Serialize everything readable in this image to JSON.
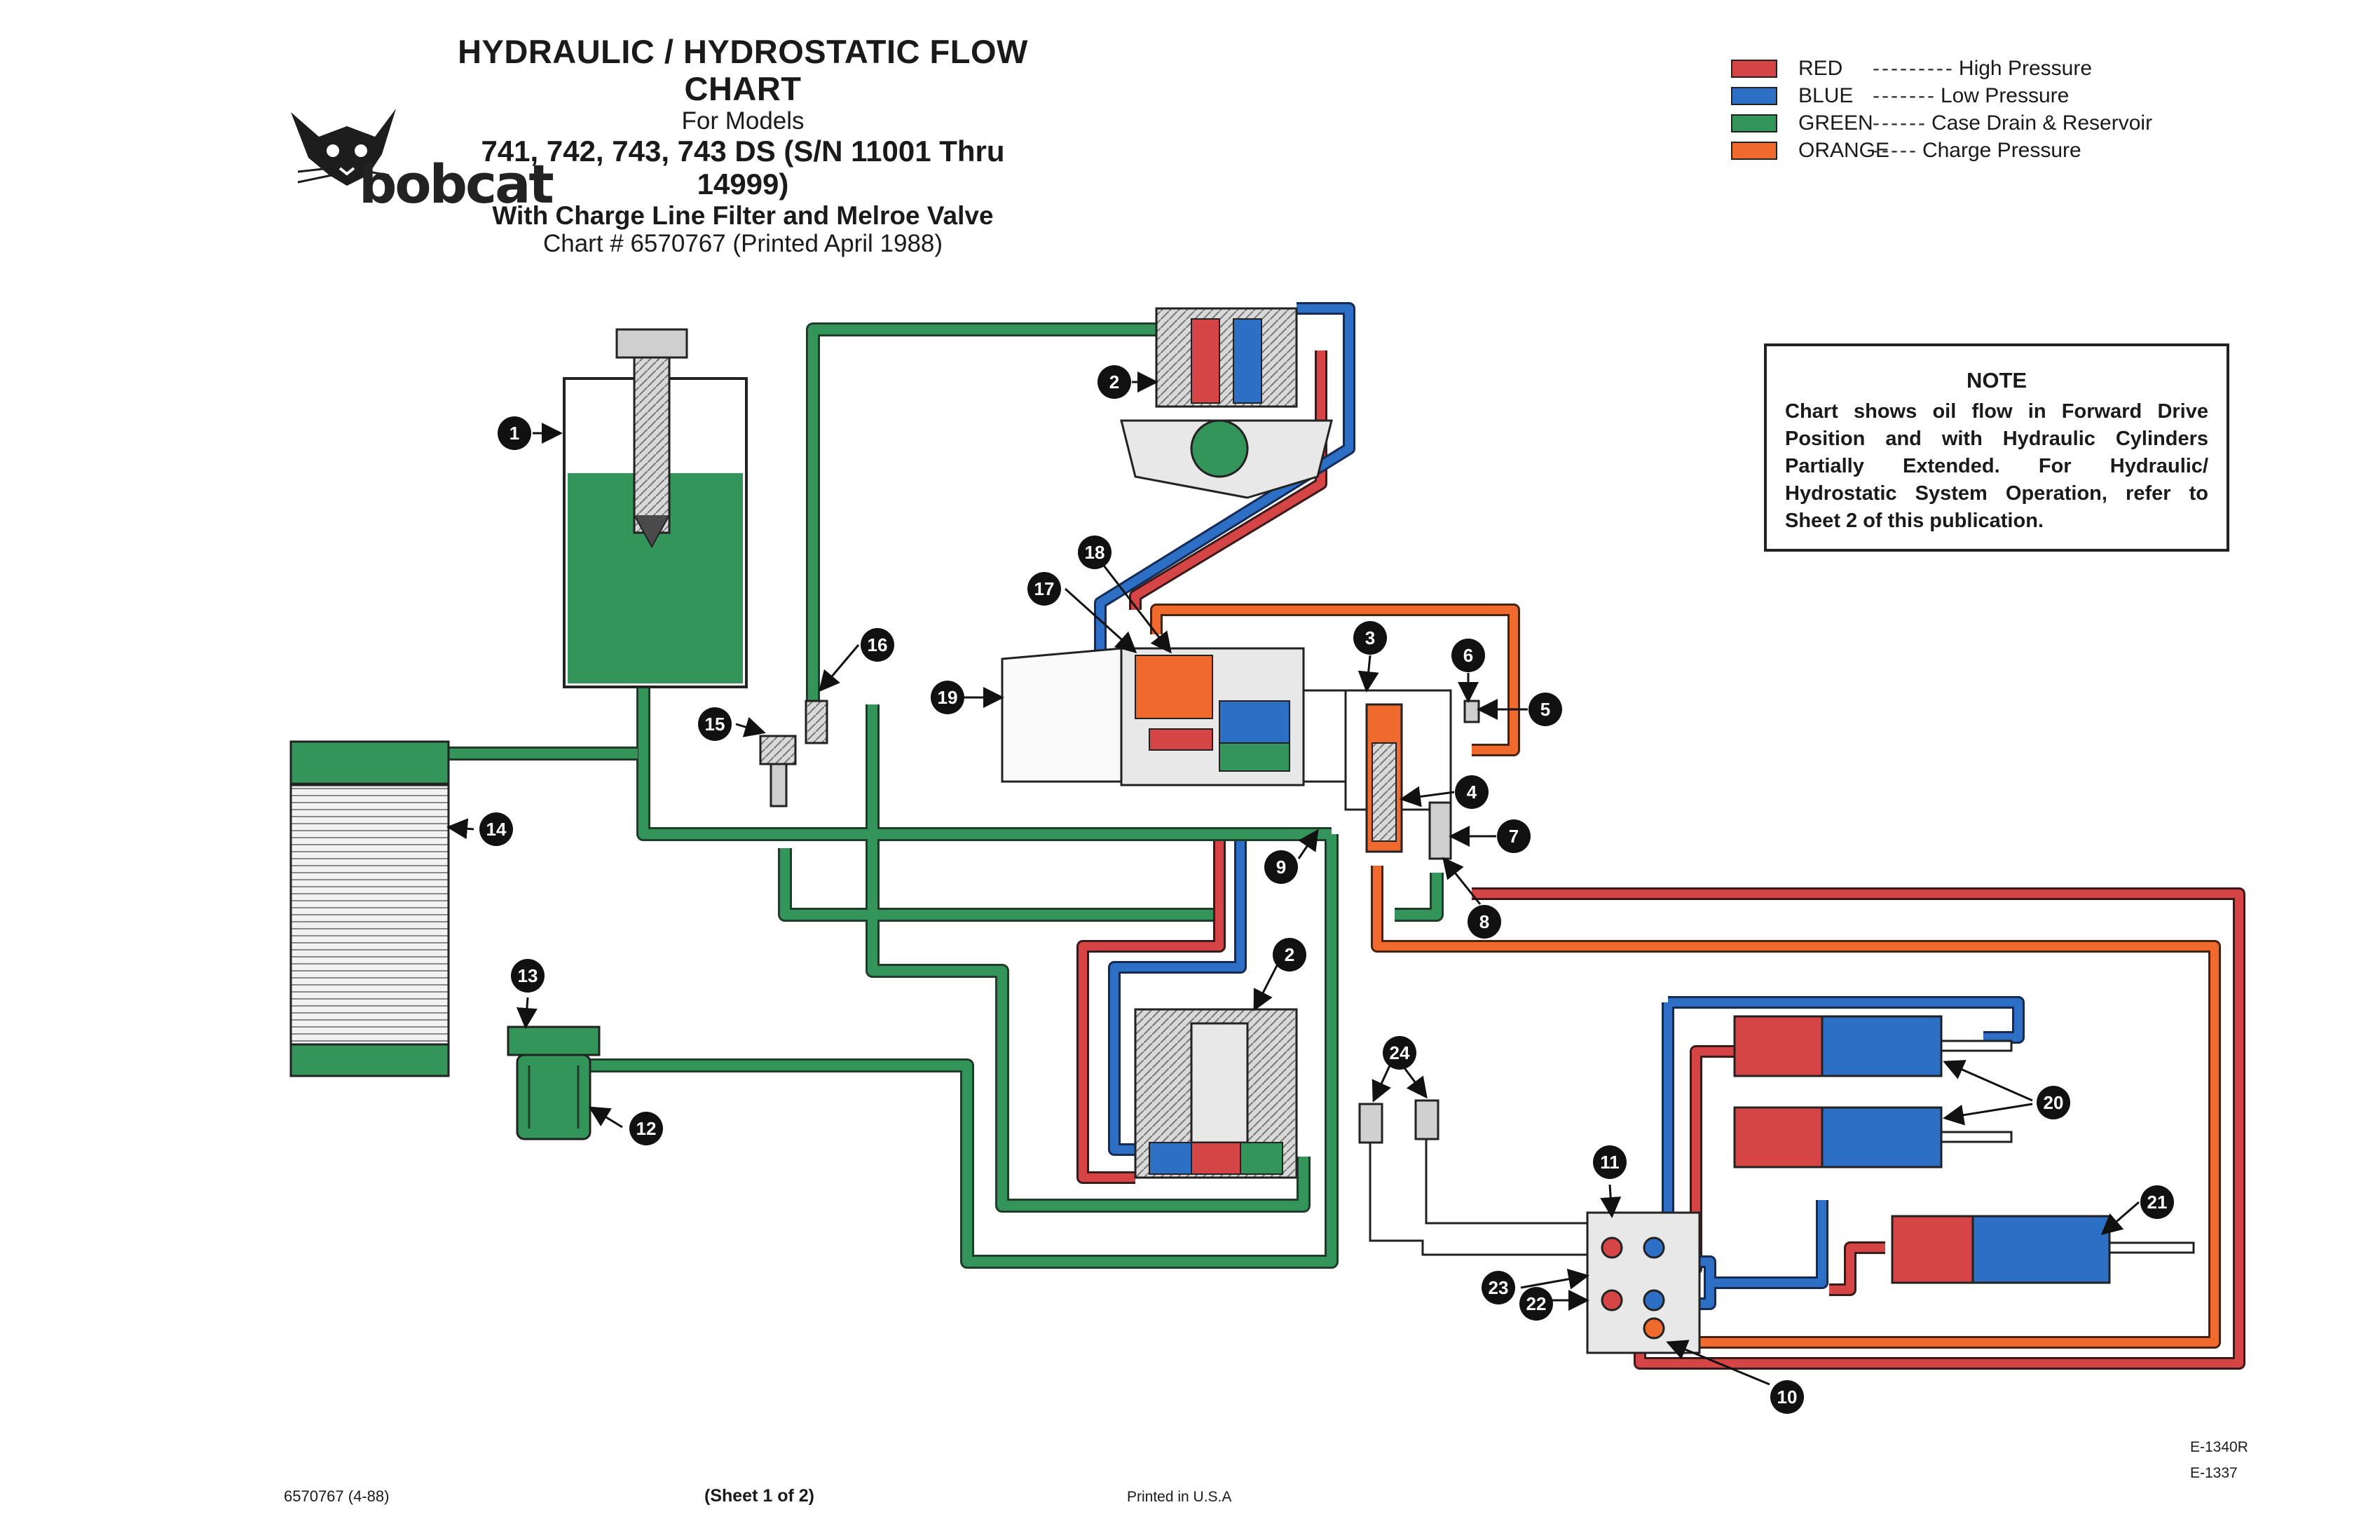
{
  "title": {
    "line1": "HYDRAULIC / HYDROSTATIC FLOW CHART",
    "line2": "For Models",
    "line3": "741, 742, 743, 743 DS (S/N 11001 Thru 14999)",
    "line4": "With Charge Line Filter and Melroe Valve",
    "line5": "Chart # 6570767 (Printed April 1988)"
  },
  "brand": {
    "name": "bobcat",
    "logo_icon": "bobcat-head-icon"
  },
  "legend": [
    {
      "color_name": "RED",
      "dashes": "---------",
      "meaning": "High Pressure",
      "hex": "#d64545"
    },
    {
      "color_name": "BLUE",
      "dashes": "-------",
      "meaning": "Low Pressure",
      "hex": "#2c6fc4"
    },
    {
      "color_name": "GREEN",
      "dashes": "------",
      "meaning": "Case Drain & Reservoir",
      "hex": "#34955a"
    },
    {
      "color_name": "ORANGE",
      "dashes": "-----",
      "meaning": "Charge Pressure",
      "hex": "#ef6a2c"
    }
  ],
  "note": {
    "heading": "NOTE",
    "body": "Chart shows oil flow in Forward Drive Position and with Hydraulic Cylinders Partially Extended. For Hydraulic/ Hydrostatic System Operation, refer to Sheet 2 of this publication."
  },
  "callouts": [
    "1",
    "2",
    "2",
    "3",
    "4",
    "5",
    "6",
    "7",
    "8",
    "9",
    "10",
    "11",
    "12",
    "13",
    "14",
    "15",
    "16",
    "17",
    "18",
    "19",
    "20",
    "21",
    "22",
    "23",
    "24"
  ],
  "footer": {
    "part_number": "6570767 (4-88)",
    "sheet": "(Sheet 1 of 2)",
    "printed": "Printed in U.S.A",
    "ref1": "E-1340R",
    "ref2": "E-1337"
  }
}
